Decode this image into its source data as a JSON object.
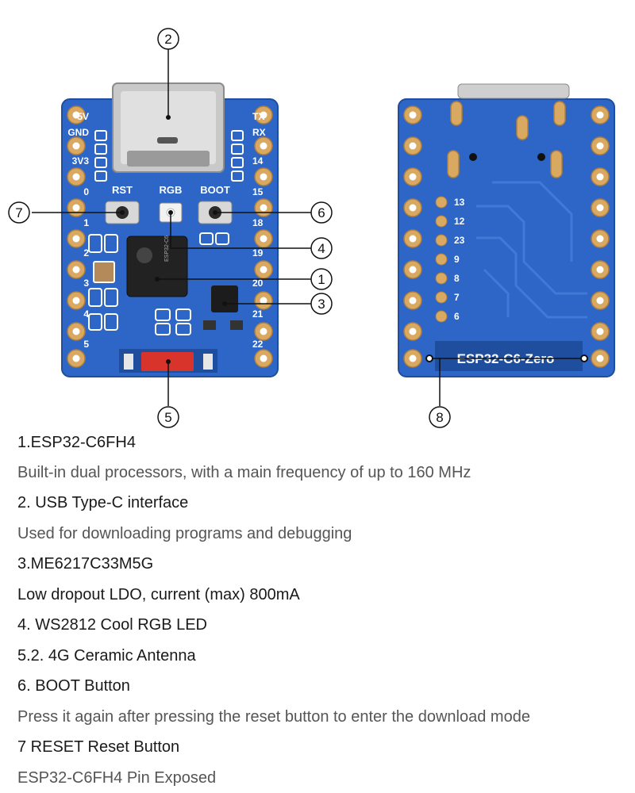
{
  "front_board": {
    "left_pins": [
      "5V",
      "GND",
      "3V3",
      "0",
      "1",
      "2",
      "3",
      "4",
      "5"
    ],
    "right_pins": [
      "TX",
      "RX",
      "14",
      "15",
      "18",
      "19",
      "20",
      "21",
      "22"
    ],
    "button_labels": [
      "RST",
      "RGB",
      "BOOT"
    ]
  },
  "back_board": {
    "pin_labels": [
      "13",
      "12",
      "23",
      "9",
      "8",
      "7",
      "6"
    ],
    "board_name": "ESP32-C6-Zero"
  },
  "callouts": [
    "1",
    "2",
    "3",
    "4",
    "5",
    "6",
    "7",
    "8"
  ],
  "descriptions": [
    {
      "text": "1.ESP32-C6FH4",
      "style": "title"
    },
    {
      "text": "Built-in dual processors, with a main frequency of up to 160 MHz",
      "style": "body"
    },
    {
      "text": "2. USB Type-C interface",
      "style": "title"
    },
    {
      "text": "Used for downloading programs and debugging",
      "style": "body"
    },
    {
      "text": "3.ME6217C33M5G",
      "style": "title"
    },
    {
      "text": "Low dropout LDO, current (max) 800mA",
      "style": "title"
    },
    {
      "text": "4. WS2812 Cool RGB LED",
      "style": "title"
    },
    {
      "text": "5.2. 4G Ceramic Antenna",
      "style": "title"
    },
    {
      "text": "6. BOOT Button",
      "style": "title"
    },
    {
      "text": "Press it again after pressing the reset button to enter the download mode",
      "style": "body"
    },
    {
      "text": "7 RESET Reset Button",
      "style": "title"
    },
    {
      "text": "ESP32-C6FH4 Pin Exposed",
      "style": "body"
    }
  ],
  "colors": {
    "pcb_blue": "#2d66c6",
    "pcb_dark": "#1f4e9e",
    "pad_gold": "#d9a861",
    "antenna_red": "#d8342b"
  }
}
